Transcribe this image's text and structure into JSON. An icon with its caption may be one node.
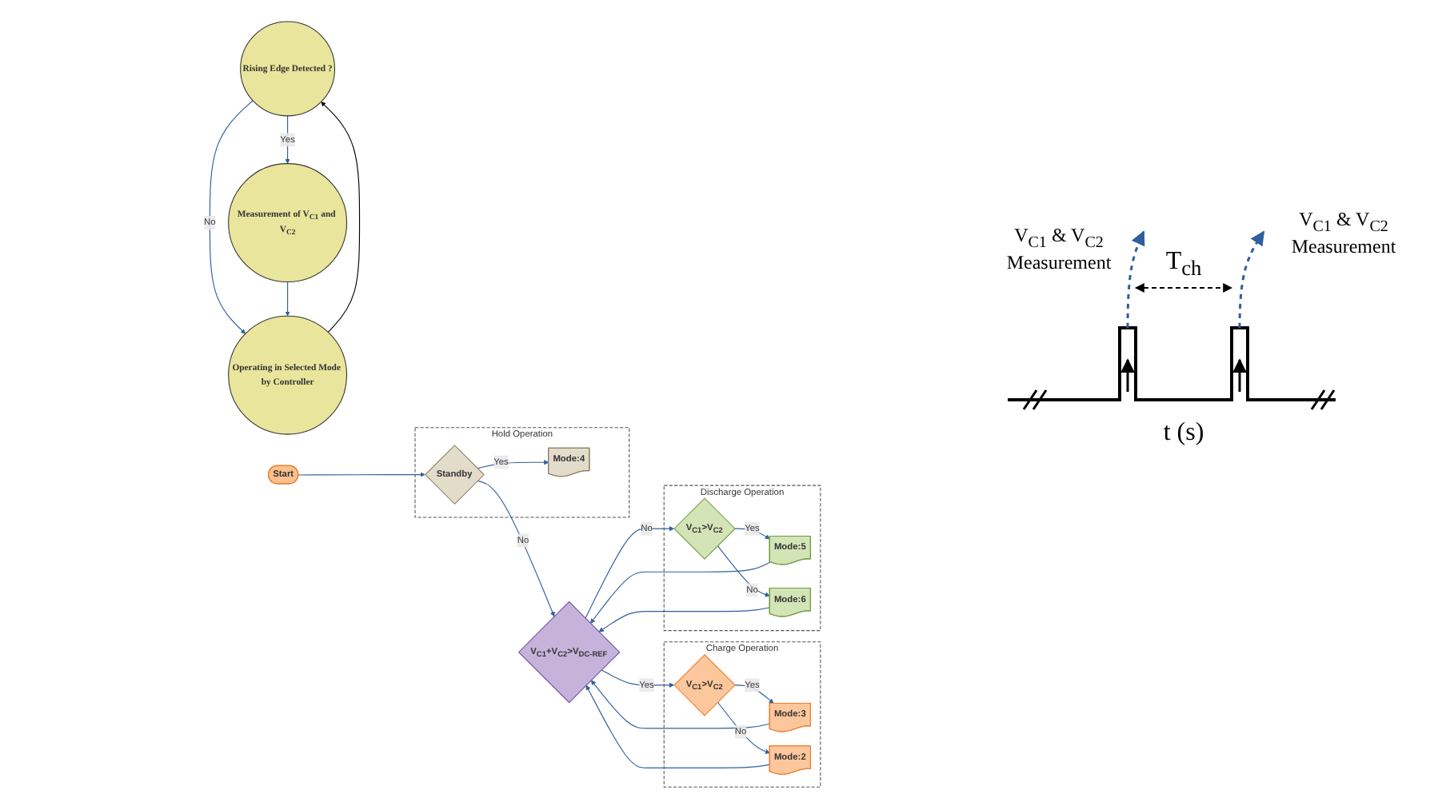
{
  "diagram": {
    "nodes": [
      {
        "text": [
          "Start"
        ]
      },
      {
        "text": [
          "Hold Operation"
        ]
      },
      {
        "text": [
          "Standby"
        ],
        "in": 1
      },
      {
        "text": [
          "Mode:4"
        ],
        "in": 1
      },
      {
        "text": [
          "V$_{C1}$+V$_{C2}$>V$_{DC-REF}$"
        ]
      },
      {
        "text": [
          "Charge Operation"
        ]
      },
      {
        "text": [
          "V$_{C1}$>V$_{C2}$"
        ],
        "in": 5
      },
      {
        "text": [
          "Mode:3"
        ],
        "in": 5
      },
      {
        "text": [
          "Mode:2"
        ],
        "in": 5
      },
      {
        "text": [
          "Discharge Operation"
        ]
      },
      {
        "text": [
          "V$_{C1}$>V$_{C2}$"
        ],
        "in": 9
      },
      {
        "text": [
          "Mode:5"
        ],
        "in": 9
      },
      {
        "text": [
          "Mode:6"
        ],
        "in": 9
      },
      {
        "text": [
          "Rising Edge Detected ?"
        ]
      },
      {
        "text": [
          "Operating in Selected Mode by Controller"
        ]
      },
      {
        "text": [
          "Measurement of V$_{C1}$ and V$_{C2}$"
        ]
      }
    ],
    "edges": [
      {
        "from": 0,
        "to": 2,
        "arrow": "to"
      },
      {
        "from": 2,
        "to": 3,
        "arrow": "to",
        "label": "Yes"
      },
      {
        "from": 2,
        "to": 4,
        "arrow": "to",
        "label": "No"
      },
      {
        "from": 4,
        "to": 6,
        "arrow": "to",
        "label": "Yes"
      },
      {
        "from": 4,
        "to": 10,
        "arrow": "to",
        "label": "No"
      },
      {
        "from": 6,
        "to": 7,
        "arrow": "to",
        "label": "Yes"
      },
      {
        "from": 6,
        "to": 8,
        "arrow": "to",
        "label": "No"
      },
      {
        "from": 10,
        "to": 11,
        "arrow": "to",
        "label": "Yes"
      },
      {
        "from": 10,
        "to": 12,
        "arrow": "to",
        "label": "No"
      },
      {
        "from": 7,
        "to": 4,
        "arrow": "to"
      },
      {
        "from": 8,
        "to": 4,
        "arrow": "to"
      },
      {
        "from": 11,
        "to": 4,
        "arrow": "to"
      },
      {
        "from": 12,
        "to": 4,
        "arrow": "to"
      },
      {
        "from": 13,
        "to": 14,
        "arrow": "to",
        "label": "No"
      },
      {
        "from": 14,
        "to": 13,
        "arrow": "to",
        "color": "#000000"
      },
      {
        "from": 13,
        "to": 15,
        "arrow": "to",
        "label": "Yes"
      },
      {
        "from": 15,
        "to": 14,
        "arrow": "to"
      }
    ],
    "labels": [
      "V$_{C1}$ & V$_{C2}$ Measurement",
      "T$_{ch}$",
      "V$_{C1}$ & V$_{C2}$ Measurement",
      "t (s)"
    ]
  }
}
